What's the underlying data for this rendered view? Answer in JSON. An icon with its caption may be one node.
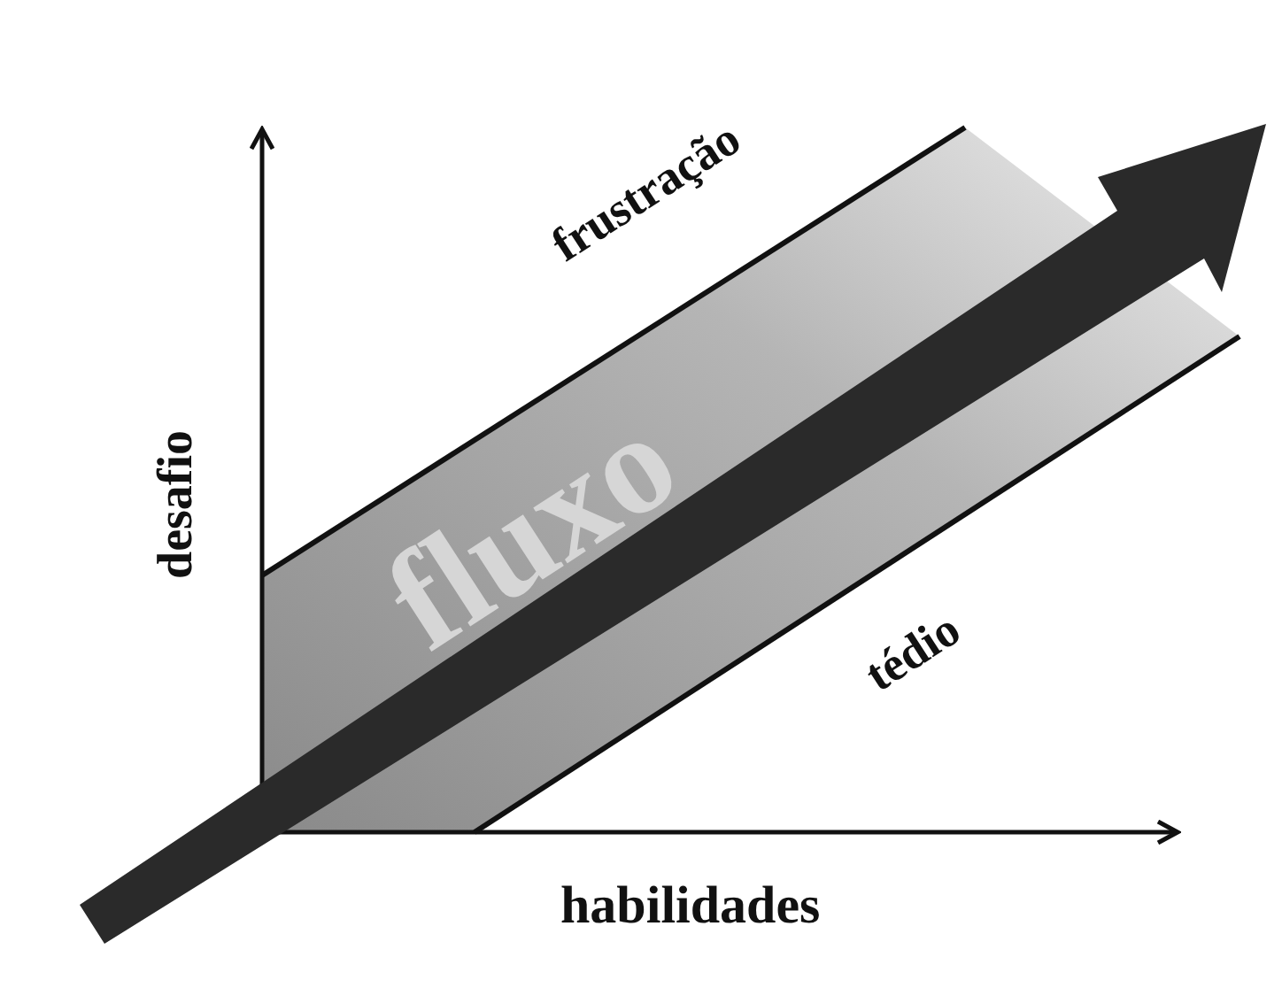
{
  "diagram": {
    "labels": [
      "frustração",
      "desafio",
      "fluxo",
      "tédio",
      "habilidades"
    ]
  }
}
